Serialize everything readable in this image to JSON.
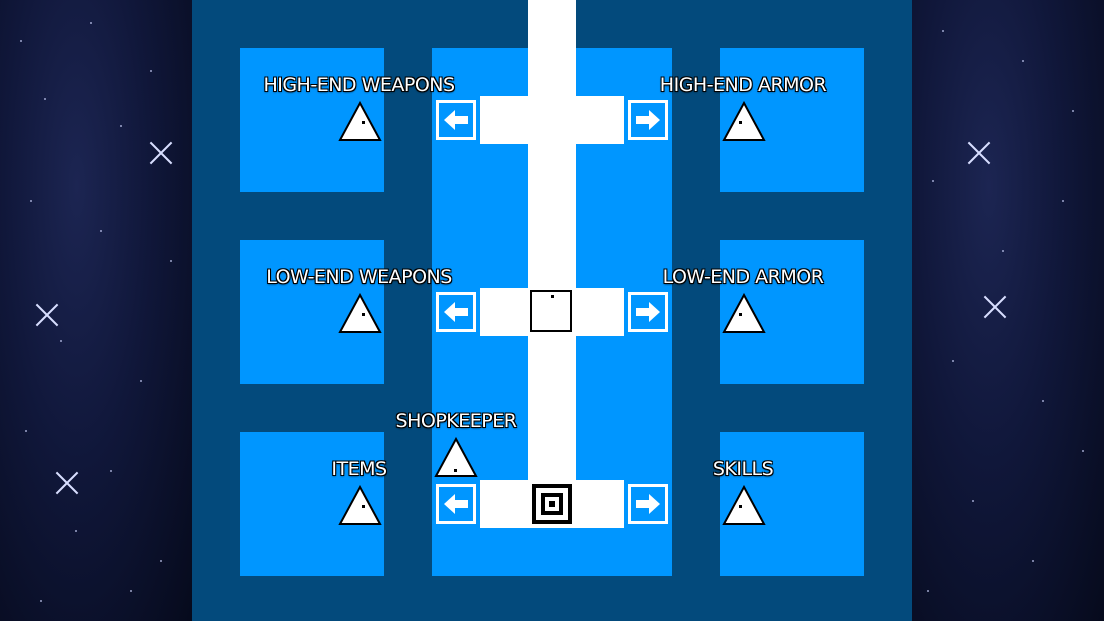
{
  "rooms": {
    "high_end_weapons": {
      "label": "HIGH-END WEAPONS"
    },
    "high_end_armor": {
      "label": "HIGH-END ARMOR"
    },
    "low_end_weapons": {
      "label": "LOW-END WEAPONS"
    },
    "low_end_armor": {
      "label": "LOW-END ARMOR"
    },
    "items": {
      "label": "ITEMS"
    },
    "skills": {
      "label": "SKILLS"
    }
  },
  "shopkeeper": {
    "label": "SHOPKEEPER"
  },
  "icons": [
    "arrow-left-icon",
    "arrow-right-icon",
    "npc-triangle-icon",
    "player-square-icon",
    "goal-target-icon"
  ],
  "colors": {
    "background_space": "#0a0f22",
    "board": "#034a7c",
    "room": "#0096ff",
    "corridor": "#ffffff",
    "label_text": "#ffffff"
  }
}
